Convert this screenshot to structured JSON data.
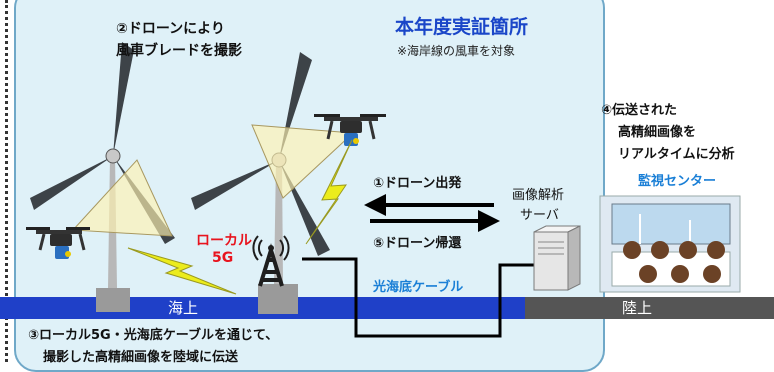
{
  "title": "本年度実証箇所",
  "subtitle": "※海岸線の風車を対象",
  "step2": [
    "②ドローンにより",
    "風車ブレードを撮影"
  ],
  "step1": "①ドローン出発",
  "step5": "⑤ドローン帰還",
  "step3": [
    "③ローカル5G・光海底ケーブルを通じて、",
    "撮影した高精細画像を陸域に伝送"
  ],
  "step4": [
    "④伝送された",
    "高精細画像を",
    "リアルタイムに分析"
  ],
  "monitoring_center": "監視センター",
  "server_label": [
    "画像解析",
    "サーバ"
  ],
  "local5g": [
    "ローカル",
    "5G"
  ],
  "cable_label": "光海底ケーブル",
  "sea_label": "海上",
  "land_label": "陸上",
  "colors": {
    "panel_bg": "#dff1f8",
    "sea_band": "#1f40c8",
    "land_band": "#555555",
    "title_blue": "#1a46c8",
    "local5g_red": "#e8141e",
    "cable_text_blue": "#1a7fd6",
    "lightning_yellow": "#ecec1c",
    "camera_view_fill": "#fff2b0"
  }
}
